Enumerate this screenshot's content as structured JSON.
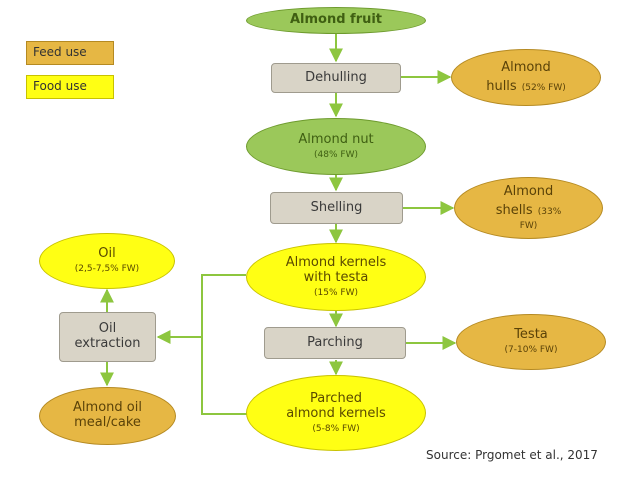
{
  "legend": {
    "feed": "Feed use",
    "food": "Food use"
  },
  "nodes": {
    "almond_fruit": {
      "label": "Almond fruit"
    },
    "dehulling": {
      "label": "Dehulling"
    },
    "almond_hulls": {
      "label": "Almond",
      "label2": "hulls",
      "sub": "(52% FW)"
    },
    "almond_nut": {
      "label": "Almond nut",
      "sub": "(48% FW)"
    },
    "shelling": {
      "label": "Shelling"
    },
    "almond_shells": {
      "label": "Almond",
      "label2": "shells",
      "sub": "(33%",
      "sub2": "FW)"
    },
    "kernels_testa": {
      "label": "Almond kernels",
      "label2": "with testa",
      "sub": "(15% FW)"
    },
    "oil": {
      "label": "Oil",
      "sub": "(2,5-7,5% FW)"
    },
    "oil_extraction": {
      "label": "Oil",
      "label2": "extraction"
    },
    "parching": {
      "label": "Parching"
    },
    "testa": {
      "label": "Testa",
      "sub": "(7-10% FW)"
    },
    "parched_kernels": {
      "label": "Parched",
      "label2": "almond kernels",
      "sub": "(5-8% FW)"
    },
    "meal_cake": {
      "label": "Almond oil",
      "label2": "meal/cake"
    }
  },
  "source": "Source: Prgomet et al., 2017",
  "colors": {
    "arrow": "#8dc63f",
    "fruit_fill": "#9bc85a",
    "feed_fill": "#e6b744",
    "food_fill": "#ffff14",
    "process_fill": "#d9d4c7"
  }
}
